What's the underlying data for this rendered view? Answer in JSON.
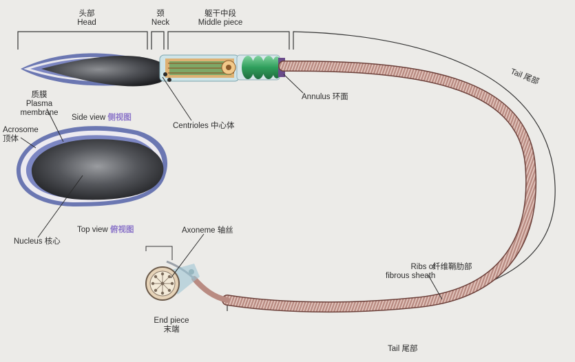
{
  "labels": {
    "head_zh": "头部",
    "head_en": "Head",
    "neck_zh": "颈",
    "neck_en": "Neck",
    "middle_zh": "躯干中段",
    "middle_en": "Middle piece",
    "plasma_zh": "质膜",
    "plasma_en1": "Plasma",
    "plasma_en2": "membrane",
    "side_view_en": "Side view",
    "side_view_zh": "侧视图",
    "acrosome_en": "Acrosome",
    "acrosome_zh": "顶体",
    "centrioles_en": "Centrioles",
    "centrioles_zh": "中心体",
    "annulus_en": "Annulus",
    "annulus_zh": "环面",
    "tail_upper_en": "Tail",
    "tail_upper_zh": "尾部",
    "top_view_en": "Top view",
    "top_view_zh": "俯视图",
    "nucleus_en": "Nucleus",
    "nucleus_zh": "核心",
    "axoneme_en": "Axoneme",
    "axoneme_zh": "轴丝",
    "ribs_en1": "Ribs of",
    "ribs_en2": "fibrous sheath",
    "ribs_zh": "纤维鞘肋部",
    "end_piece_en": "End piece",
    "end_piece_zh": "末端",
    "tail_lower_en": "Tail",
    "tail_lower_zh": "尾部"
  },
  "colors": {
    "background": "#ecebe8",
    "nucleus": "#3a3c40",
    "acrosome": "#5563a8",
    "tail": "#b98b82",
    "middle_piece": "#3aa86a",
    "view_label": "#8c76c9"
  }
}
